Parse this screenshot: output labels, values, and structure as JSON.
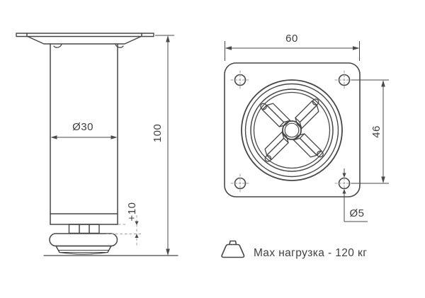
{
  "drawing": {
    "side_view": {
      "diameter_label": "Ø30",
      "height_label": "100",
      "adjust_label": "+10"
    },
    "top_view": {
      "width_label": "60",
      "spacing_label": "46",
      "hole_label": "Ø5"
    },
    "caption": {
      "icon": "weight-icon",
      "text": "Max нагрузка - 120 кг"
    },
    "colors": {
      "line": "#474747",
      "dashed_reference": "#a0a0a0",
      "text": "#3f3f3f",
      "background": "#ffffff"
    }
  }
}
